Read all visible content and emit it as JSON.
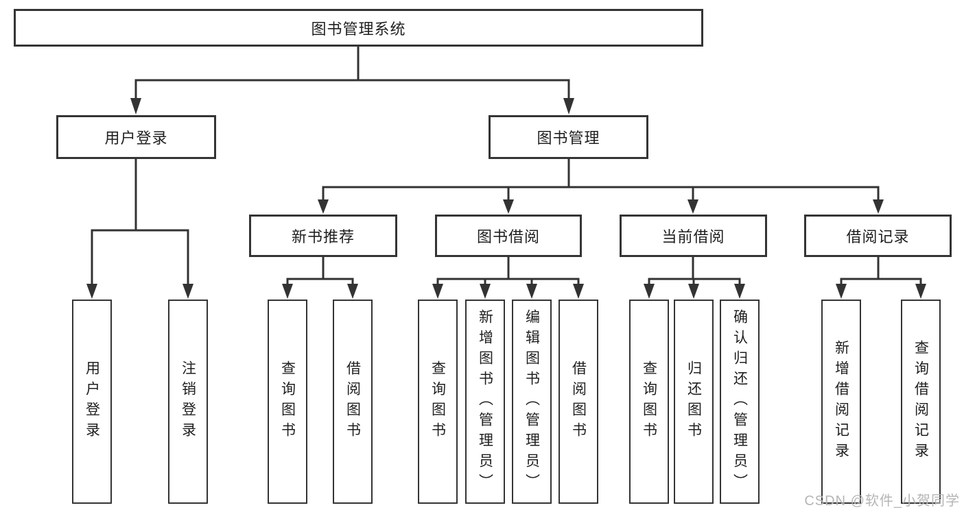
{
  "diagram": {
    "root": {
      "label": "图书管理系统"
    },
    "branches": [
      {
        "label": "用户登录",
        "children": [
          {
            "label": "用户登录"
          },
          {
            "label": "注销登录"
          }
        ]
      },
      {
        "label": "图书管理",
        "children": [
          {
            "label": "新书推荐",
            "children": [
              {
                "label": "查询图书"
              },
              {
                "label": "借阅图书"
              }
            ]
          },
          {
            "label": "图书借阅",
            "children": [
              {
                "label": "查询图书"
              },
              {
                "label": "新增图书（管理员）"
              },
              {
                "label": "编辑图书（管理员）"
              },
              {
                "label": "借阅图书"
              }
            ]
          },
          {
            "label": "当前借阅",
            "children": [
              {
                "label": "查询图书"
              },
              {
                "label": "归还图书"
              },
              {
                "label": "确认归还（管理员）"
              }
            ]
          },
          {
            "label": "借阅记录",
            "children": [
              {
                "label": "新增借阅记录"
              },
              {
                "label": "查询借阅记录"
              }
            ]
          }
        ]
      }
    ]
  },
  "watermark": {
    "text": "CSDN @软件_小贺同学"
  },
  "colors": {
    "line": "#333333",
    "box_border": "#343434",
    "text": "#1f1f1f",
    "watermark": "#b5b5b5",
    "background": "#ffffff"
  }
}
